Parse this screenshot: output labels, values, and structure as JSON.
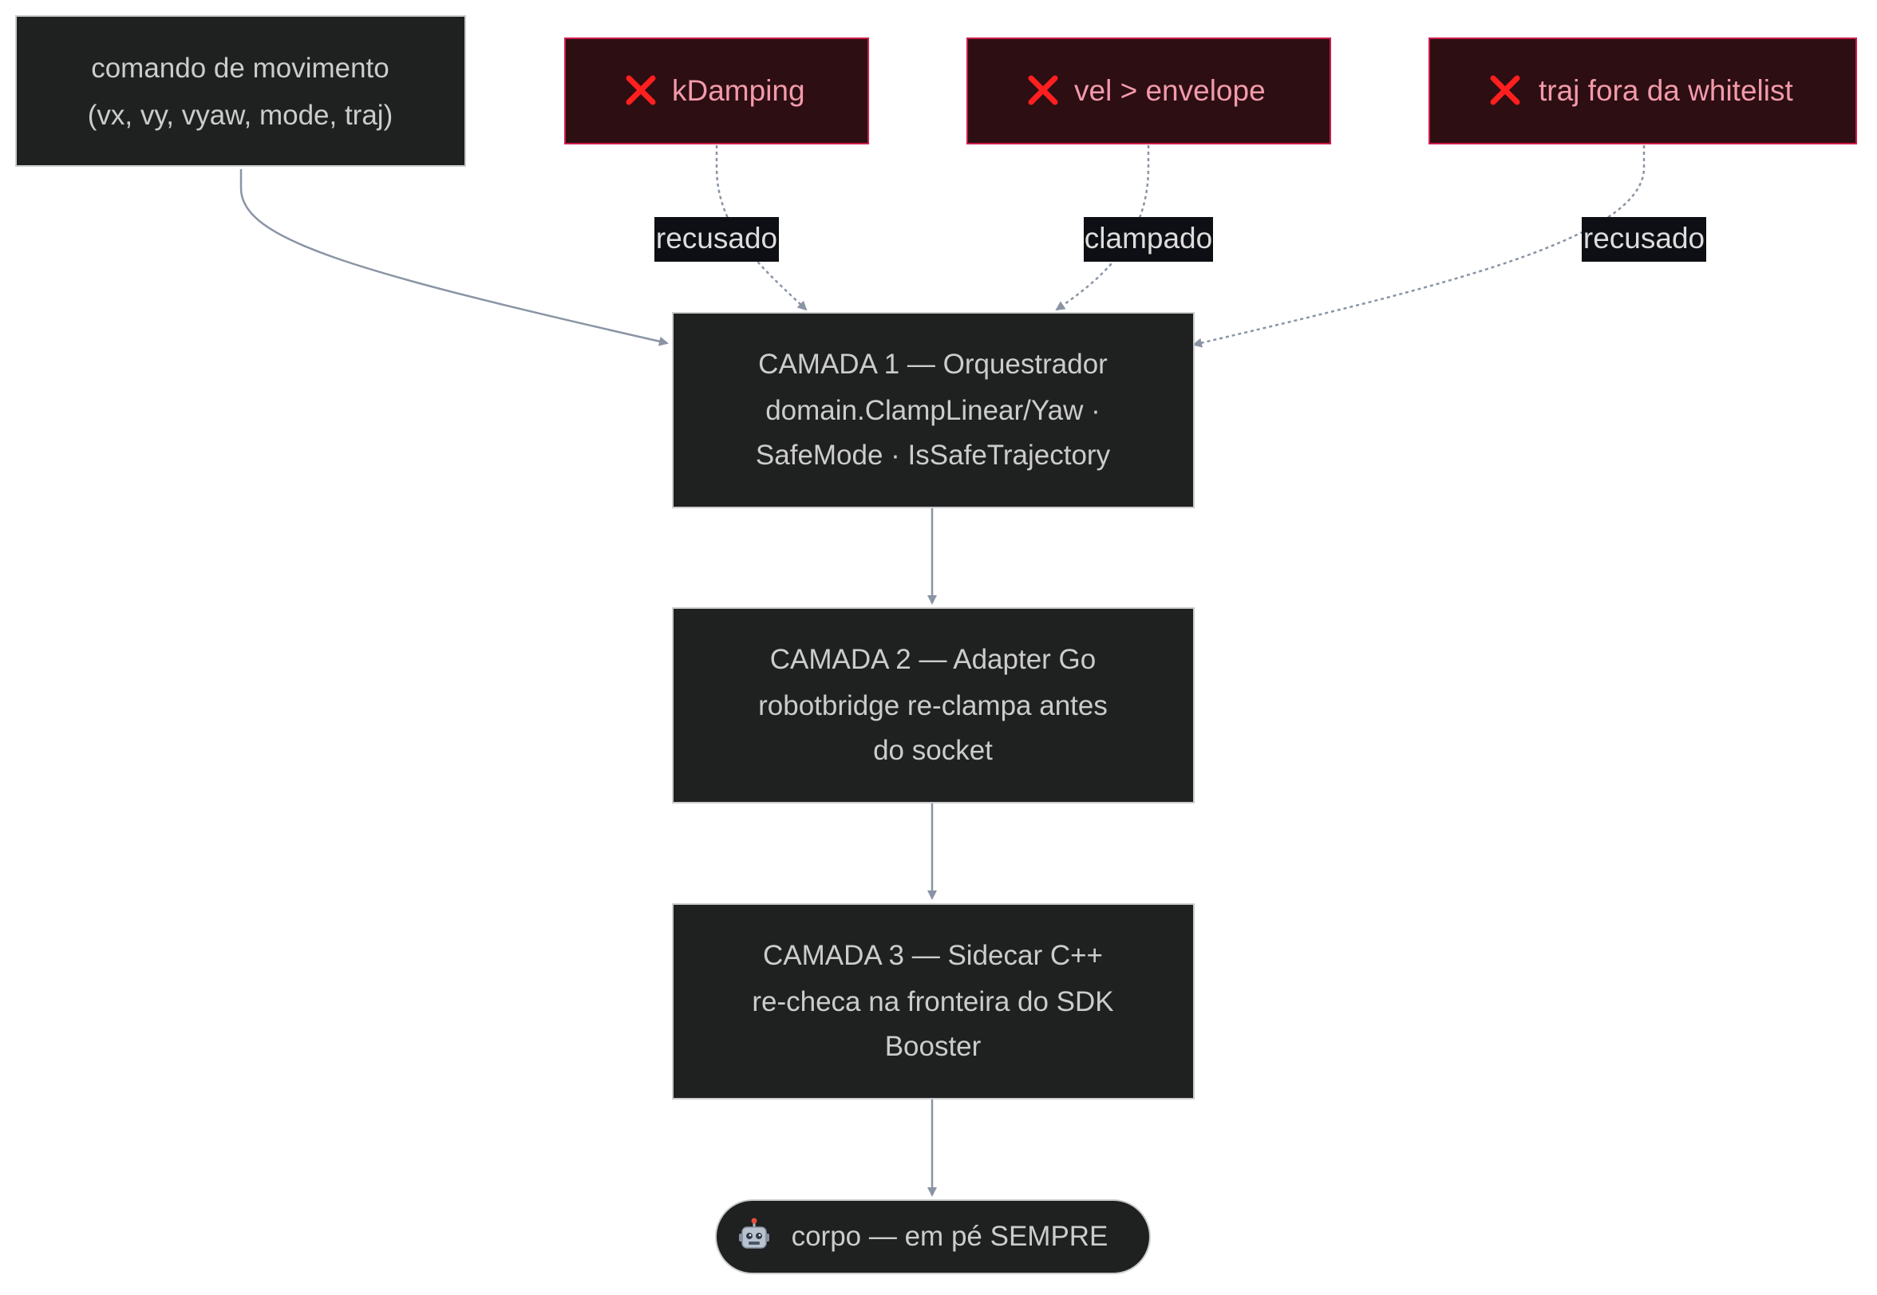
{
  "nodes": {
    "command": {
      "lines": [
        "comando de movimento",
        "(vx, vy, vyaw, mode, traj)"
      ]
    },
    "bad_kdamping": {
      "text": "kDamping"
    },
    "bad_envelope": {
      "text": "vel > envelope"
    },
    "bad_whitelist": {
      "text": "traj fora da whitelist"
    },
    "layer1": {
      "lines": [
        "CAMADA 1 — Orquestrador",
        "domain.ClampLinear/Yaw ·",
        "SafeMode · IsSafeTrajectory"
      ]
    },
    "layer2": {
      "lines": [
        "CAMADA 2 — Adapter Go",
        "robotbridge re-clampa antes",
        "do socket"
      ]
    },
    "layer3": {
      "lines": [
        "CAMADA 3 — Sidecar C++",
        "re-checa na fronteira do SDK",
        "Booster"
      ]
    },
    "body": {
      "text": "corpo — em pé SEMPRE",
      "icon": "robot-icon"
    }
  },
  "edge_labels": {
    "kdamping": "recusado",
    "envelope": "clampado",
    "whitelist": "recusado"
  },
  "colors": {
    "node_fill": "#1f2020",
    "node_stroke": "#cccccc",
    "bad_fill": "#2c0e13",
    "bad_stroke": "#cd1d4a",
    "edge": "#8a94a4"
  }
}
